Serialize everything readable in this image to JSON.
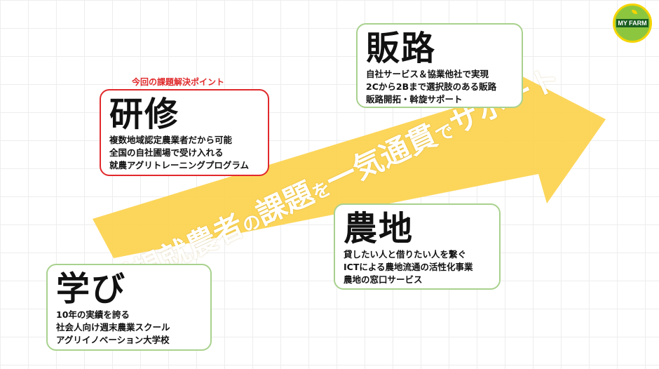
{
  "logo": {
    "text": "MY FARM"
  },
  "arrow": {
    "text_main": "新規就農者",
    "text_conn1": "の",
    "text_main2": "課題",
    "text_conn2": "を",
    "text_main3": "一気通貫",
    "text_conn3": "で",
    "text_end": "サポート",
    "color": "#fcd34d"
  },
  "callout": {
    "text": "今回の課題解決ポイント"
  },
  "cards": {
    "kenshu": {
      "title": "研修",
      "lines": [
        "複数地域認定農業者だから可能",
        "全国の自社圃場で受け入れる",
        "就農アグリトレーニングプログラム"
      ]
    },
    "hanro": {
      "title": "販路",
      "lines": [
        "自社サービス＆協業他社で実現",
        "2Cから2Bまで選択肢のある販路",
        "販路開拓・斡旋サポート"
      ]
    },
    "nouchi": {
      "title": "農地",
      "lines": [
        "貸したい人と借りたい人を繋ぐ",
        "ICTによる農地流通の活性化事業",
        "農地の窓口サービス"
      ]
    },
    "manabi": {
      "title": "学び",
      "lines": [
        "10年の実績を誇る",
        "社会人向け週末農業スクール",
        "アグリイノベーション大学校"
      ]
    }
  },
  "colors": {
    "card_border": "#a9d18e",
    "highlight_border": "#e0292b",
    "callout_text": "#e0292b"
  }
}
